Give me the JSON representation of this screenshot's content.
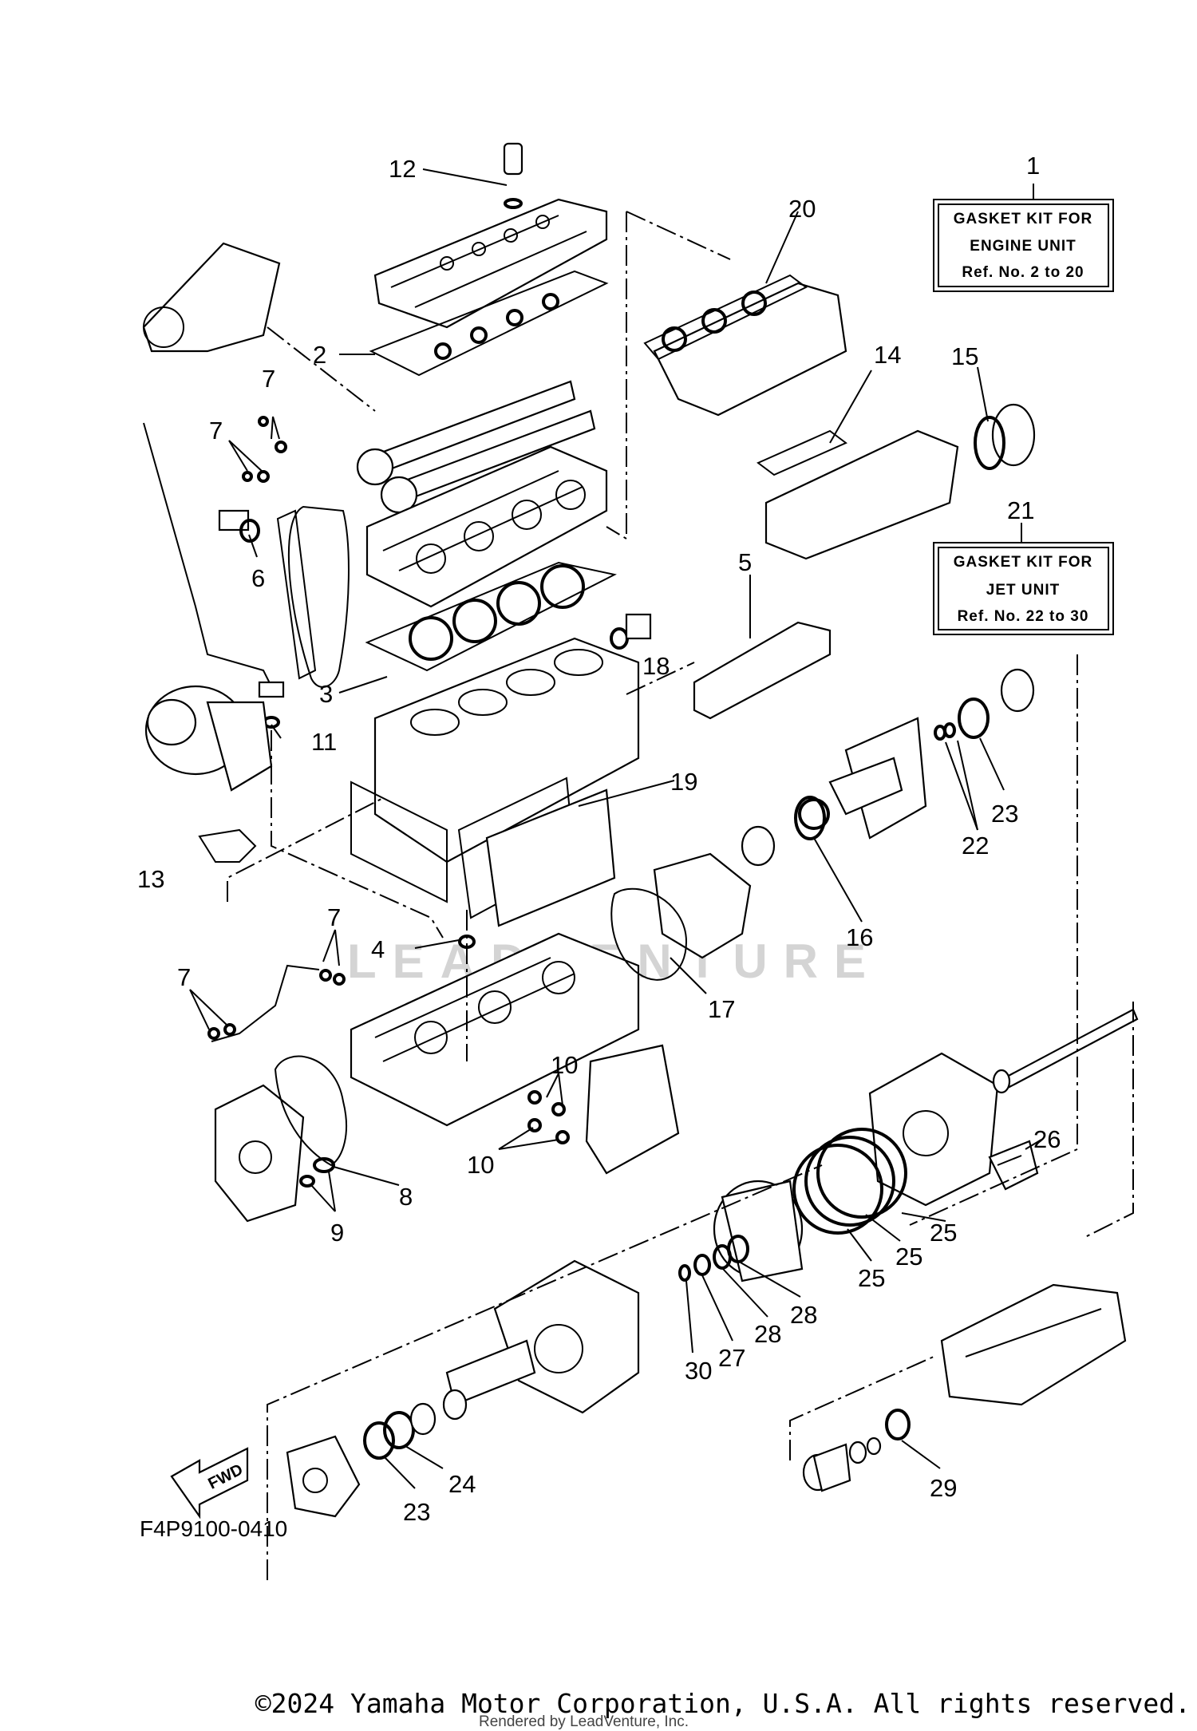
{
  "watermark": "LEADVENTURE",
  "kits": [
    {
      "ref": "1",
      "line1": "GASKET KIT FOR",
      "line2": "ENGINE UNIT",
      "line3": "Ref. No. 2 to 20"
    },
    {
      "ref": "21",
      "line1": "GASKET KIT FOR",
      "line2": "JET UNIT",
      "line3": "Ref. No. 22 to 30"
    }
  ],
  "callouts": [
    "2",
    "3",
    "4",
    "5",
    "6",
    "7",
    "7",
    "7",
    "7",
    "8",
    "9",
    "10",
    "10",
    "11",
    "12",
    "13",
    "14",
    "15",
    "16",
    "17",
    "18",
    "19",
    "20",
    "22",
    "23",
    "23",
    "24",
    "25",
    "25",
    "25",
    "26",
    "27",
    "28",
    "28",
    "29",
    "30"
  ],
  "fwd_label": "FWD",
  "diagram_code": "F4P9100-0410",
  "copyright": "©2024 Yamaha Motor Corporation, U.S.A. All rights reserved.",
  "rendered_by": "Rendered by LeadVenture, Inc."
}
